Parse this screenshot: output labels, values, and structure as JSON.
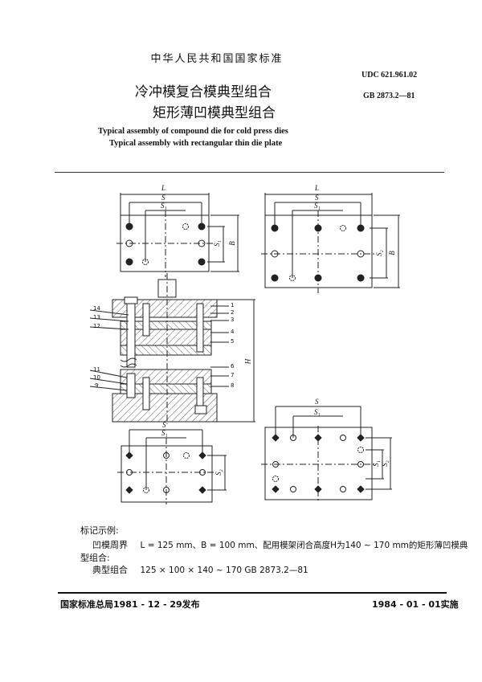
{
  "header": {
    "org": "中华人民共和国国家标准",
    "udc": "UDC 621.961.02",
    "gb": "GB 2873.2—81",
    "title_cn_1": "冷冲模复合模典型组合",
    "title_cn_2": "矩形薄凹模典型组合",
    "title_en_1": "Typical assembly of compound die for cold press dies",
    "title_en_2": "Typical assembly with rectangular thin die plate"
  },
  "drawing": {
    "dims": {
      "L": "L",
      "S": "S",
      "S1": "S₁",
      "S2": "S₂",
      "B": "B",
      "H": "H"
    },
    "part_numbers_left": [
      "14",
      "13",
      "12",
      "11",
      "10",
      "9"
    ],
    "part_numbers_right": [
      "1",
      "2",
      "3",
      "4",
      "5",
      "6",
      "7",
      "8"
    ]
  },
  "example": {
    "label": "标记示例:",
    "line1_prefix": "凹模周界",
    "line1_body": "L = 125 mm、B = 100 mm、配用模架闭合高度H为140 ~ 170 mm的矩形薄凹模典",
    "line2": "型组合:",
    "line3_prefix": "典型组合",
    "line3_body": "125 × 100 × 140 ~ 170   GB 2873.2—81"
  },
  "footer": {
    "issued": "国家标准总局1981 - 12 - 29发布",
    "effective": "1984 - 01 - 01实施"
  }
}
